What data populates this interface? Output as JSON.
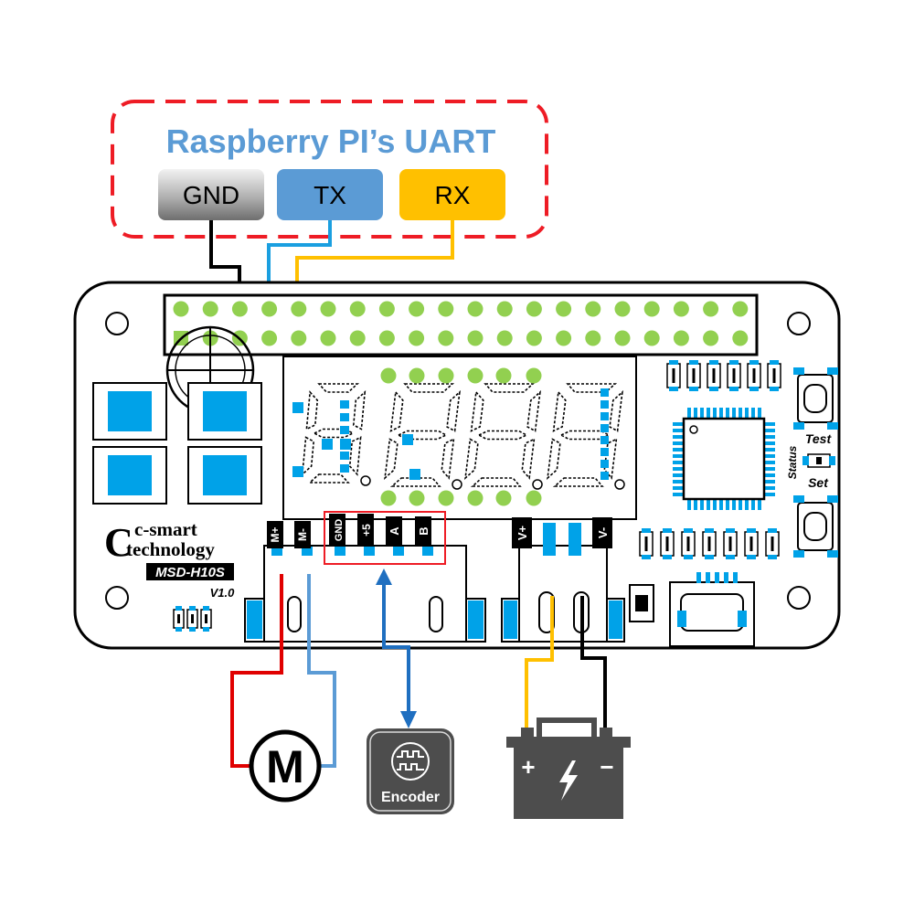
{
  "colors": {
    "red": "#ee1c25",
    "uart_title": "#5b9bd5",
    "gnd_box": "#9a9a9a",
    "tx_box": "#5b9bd5",
    "rx_box": "#ffc000",
    "pad_green": "#92d050",
    "pad_blue": "#00a2e8",
    "wire_black": "#000000",
    "wire_blue": "#1a9fe0",
    "wire_yellow": "#ffc000",
    "motor_red": "#e00000",
    "motor_blue": "#5b9bd5",
    "encoder_arrow": "#1f6fc0",
    "icon_dark": "#4d4d4d"
  },
  "uart": {
    "title": "Raspberry PI’s UART",
    "gnd": "GND",
    "tx": "TX",
    "rx": "RX"
  },
  "board": {
    "brand_line1": "c-smart",
    "brand_line2": "technology",
    "model": "MSD-H10S",
    "version": "V1.0",
    "label_test": "Test",
    "label_status": "Status",
    "label_set": "Set",
    "pin_m_plus": "M+",
    "pin_m_minus": "M-",
    "pin_gnd": "GND",
    "pin_5v": "+5",
    "pin_a": "A",
    "pin_b": "B",
    "pin_v_plus": "V+",
    "pin_v_minus": "V-"
  },
  "motor": {
    "symbol": "M"
  },
  "encoder": {
    "label": "Encoder",
    "icon": "encoder-waveform-icon"
  },
  "battery": {
    "plus": "+",
    "minus": "−",
    "icon": "lightning-icon"
  }
}
